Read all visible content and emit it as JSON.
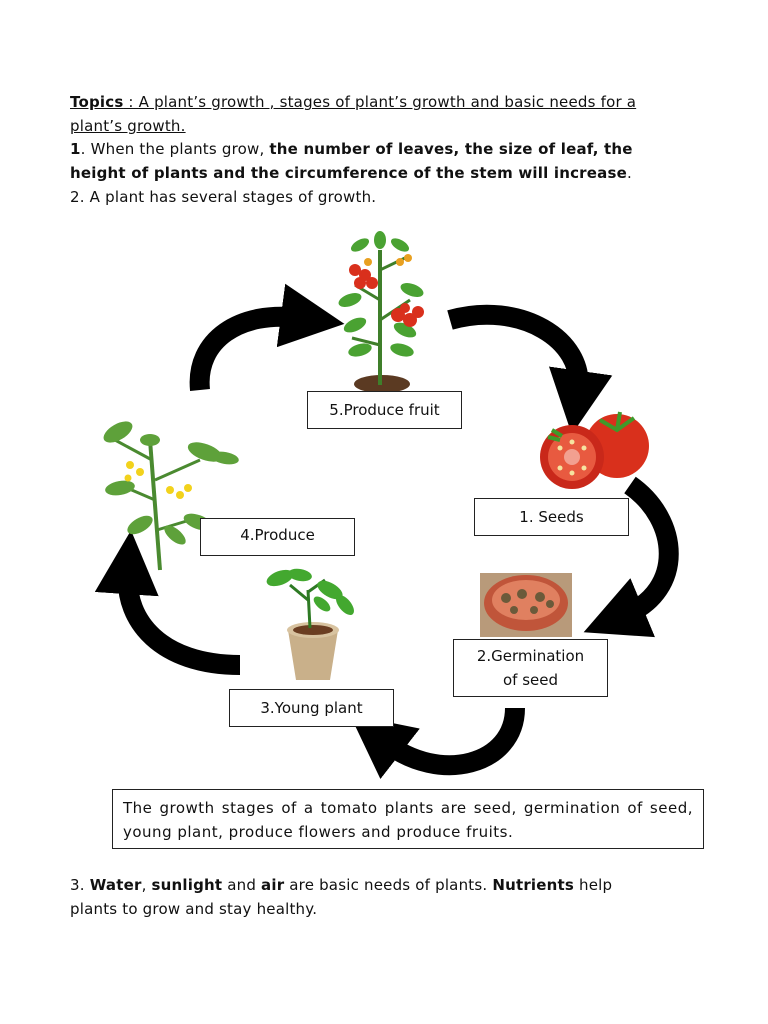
{
  "header": {
    "topics_label": "Topics",
    "topics_text": " : A plant’s growth , stages of plant’s growth and basic needs for a",
    "topics_text2": "plant’s growth."
  },
  "point1": {
    "number": "1",
    "text_a": ".  When the plants grow, ",
    "bold_a": "the number of leaves, the size of leaf, the",
    "bold_b": "height of plants and the circumference of the stem will increase",
    "text_b": "."
  },
  "point2": {
    "text": "2. A plant has several stages of growth."
  },
  "cycle": {
    "stage_fruit": "5.Produce fruit",
    "stage_seeds": "1. Seeds",
    "stage_flowers": "4.Produce",
    "stage_germination_1": "2.Germination",
    "stage_germination_2": "of seed",
    "stage_young": "3.Young plant"
  },
  "summary": {
    "text": "The growth stages of a tomato plants are seed, germination of seed, young plant, produce flowers and produce fruits."
  },
  "point3": {
    "prefix": "3. ",
    "water": "Water",
    "comma1": ", ",
    "sunlight": "sunlight",
    "and": " and ",
    "air": "air",
    "mid": " are basic needs of plants. ",
    "nutrients": "Nutrients",
    "end": " help",
    "line2": "plants to grow and stay healthy."
  },
  "colors": {
    "arrow": "#000000",
    "tomato_red": "#d9301c",
    "leaf_green": "#3f9a2a",
    "pot": "#c9b08a"
  }
}
